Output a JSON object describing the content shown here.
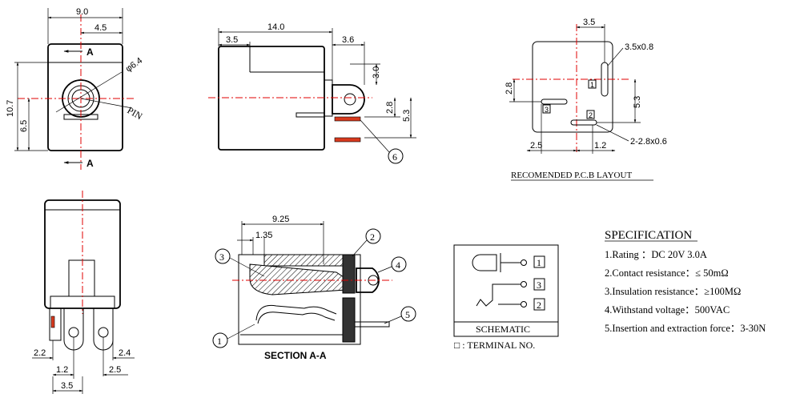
{
  "front_view": {
    "dims": {
      "width": "9.0",
      "half": "4.5",
      "height": "10.7",
      "center": "6.5",
      "dia": "φ6.4"
    },
    "pin_label": "PIN",
    "section_mark": "A"
  },
  "side_view": {
    "dims": {
      "length": "14.0",
      "front": "3.5",
      "back": "3.6",
      "d30": "3.0",
      "d28": "2.8",
      "d53": "5.3"
    },
    "callout": "6"
  },
  "pcb_layout": {
    "dims": {
      "top": "3.5",
      "slot1": "3.5x0.8",
      "left_h": "2.8",
      "right_h": "5.3",
      "bottom_left": "2.5",
      "bottom_mid": "1.2",
      "slot2": "2-2.8x0.6"
    },
    "terminals": [
      "1",
      "3",
      "2"
    ],
    "caption": "RECOMENDED P.C.B LAYOUT"
  },
  "bottom_view": {
    "dims": {
      "a": "2.2",
      "b": "2.4",
      "c": "1.2",
      "d": "2.5",
      "e": "3.5"
    }
  },
  "section_view": {
    "dims": {
      "top": "9.25",
      "inner": "1.35"
    },
    "callouts": [
      "1",
      "2",
      "3",
      "4",
      "5"
    ],
    "caption": "SECTION A-A"
  },
  "schematic": {
    "terminals": [
      "1",
      "3",
      "2"
    ],
    "title": "SCHEMATIC",
    "legend": "□ : TERMINAL NO."
  },
  "specification": {
    "title": "SPECIFICATION",
    "items": [
      "1.Rating  ：DC 20V 3.0A",
      "2.Contact resistance：≤ 50mΩ",
      "3.Insulation resistance：≥100MΩ",
      "4.Withstand voltage：500VAC",
      "5.Insertion and extraction force：3-30N"
    ]
  }
}
